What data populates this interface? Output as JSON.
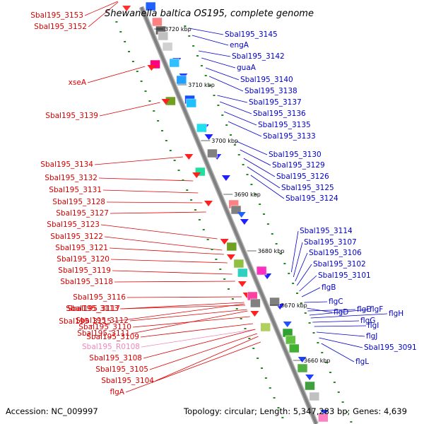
{
  "title": "Shewanella baltica OS195, complete genome",
  "accession": "Accession: NC_009997",
  "summary": "Topology: circular; Length: 5,347,283 bp; Genes: 4,639",
  "colors": {
    "left_label": "#dd0000",
    "right_label": "#0000cc",
    "rna_label": "#ee88bb",
    "backbone": "#808080",
    "tick": "#228822"
  },
  "kbp_ticks": [
    "3720 kbp",
    "3710 kbp",
    "3700 kbp",
    "3690 kbp",
    "3680 kbp",
    "3670 kbp",
    "3660 kbp"
  ],
  "left_genes": [
    "Sbal195_3153",
    "Sbal195_3152",
    "xseA",
    "Sbal195_3139",
    "Sbal195_3134",
    "Sbal195_3132",
    "Sbal195_3131",
    "Sbal195_3128",
    "Sbal195_3127",
    "Sbal195_3123",
    "Sbal195_3122",
    "Sbal195_3121",
    "Sbal195_3120",
    "Sbal195_3119",
    "Sbal195_3118",
    "Sbal195_3116",
    "Sbal195_3117",
    "Sbal195_3113",
    "Sbal195_3112",
    "Sbal195_3115",
    "Sbal195_3110",
    "Sbal195_3111",
    "Sbal195_3109",
    "Sbal195_R0108",
    "Sbal195_3108",
    "Sbal195_3105",
    "Sbal195_3104",
    "flgA"
  ],
  "right_genes": [
    "Sbal195_3145",
    "engA",
    "Sbal195_3142",
    "guaA",
    "Sbal195_3140",
    "Sbal195_3138",
    "Sbal195_3137",
    "Sbal195_3136",
    "Sbal195_3135",
    "Sbal195_3133",
    "Sbal195_3130",
    "Sbal195_3129",
    "Sbal195_3126",
    "Sbal195_3125",
    "Sbal195_3124",
    "Sbal195_3114",
    "Sbal195_3107",
    "Sbal195_3106",
    "Sbal195_3102",
    "Sbal195_3101",
    "flgB",
    "flgC",
    "flgD",
    "flgE",
    "flgF",
    "flgH",
    "flgG",
    "flgI",
    "flgJ",
    "Sbal195_3091",
    "flgL"
  ]
}
